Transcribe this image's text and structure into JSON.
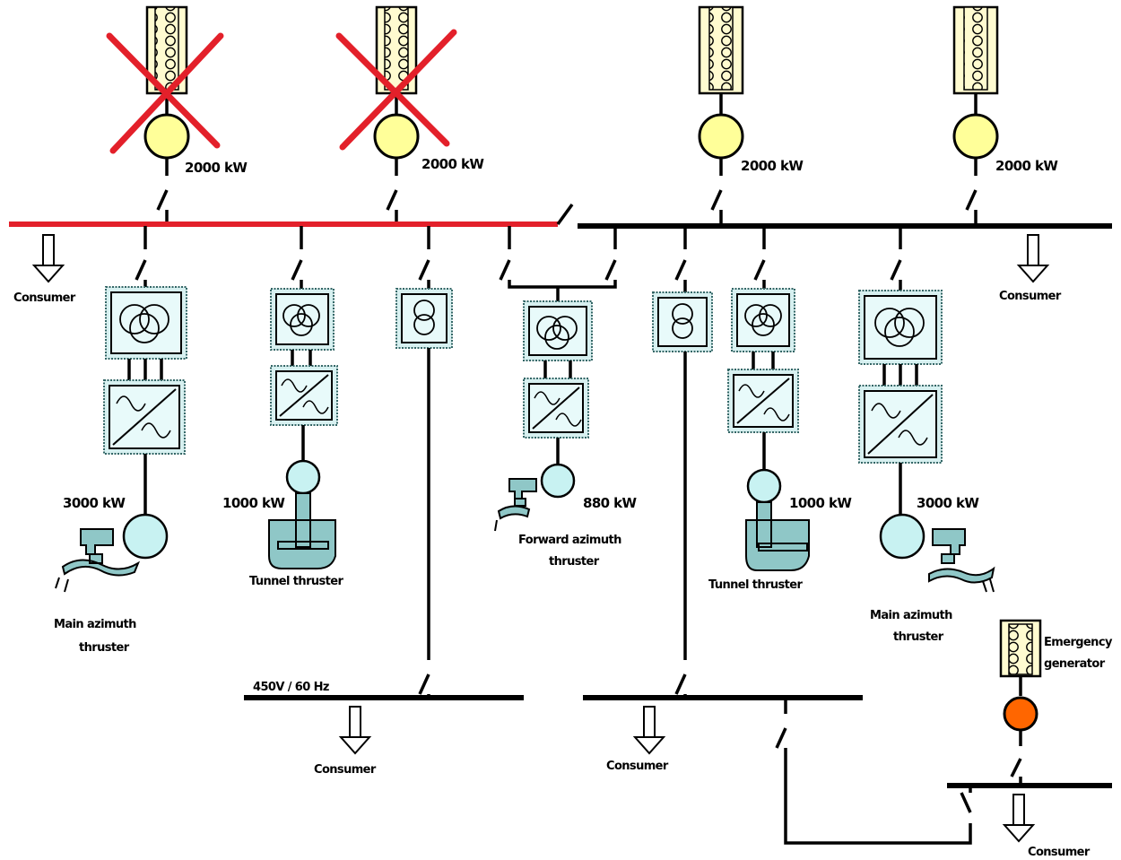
{
  "generators": [
    {
      "rating": "2000 kW",
      "status": "out-of-service"
    },
    {
      "rating": "2000 kW",
      "status": "out-of-service"
    },
    {
      "rating": "2000 kW",
      "status": "in-service"
    },
    {
      "rating": "2000 kW",
      "status": "in-service"
    }
  ],
  "bus_left_status": "faulted",
  "consumer_label": "Consumer",
  "thrusters": [
    {
      "rating": "3000 kW",
      "name_line1": "Main azimuth",
      "name_line2": "thruster"
    },
    {
      "rating": "1000 kW",
      "name_line1": "Tunnel thruster",
      "name_line2": ""
    },
    {
      "rating": "880 kW",
      "name_line1": "Forward azimuth",
      "name_line2": "thruster"
    },
    {
      "rating": "1000 kW",
      "name_line1": "Tunnel thruster",
      "name_line2": ""
    },
    {
      "rating": "3000 kW",
      "name_line1": "Main azimuth",
      "name_line2": "thruster"
    }
  ],
  "lv_bus_label": "450V / 60 Hz",
  "emergency": {
    "line1": "Emergency",
    "line2": "generator"
  },
  "colors": {
    "fault_red": "#e3202a",
    "generator_fill": "#ffff99",
    "emergency_fill": "#ff6600",
    "equipment_fill": "#d7f0f0"
  }
}
